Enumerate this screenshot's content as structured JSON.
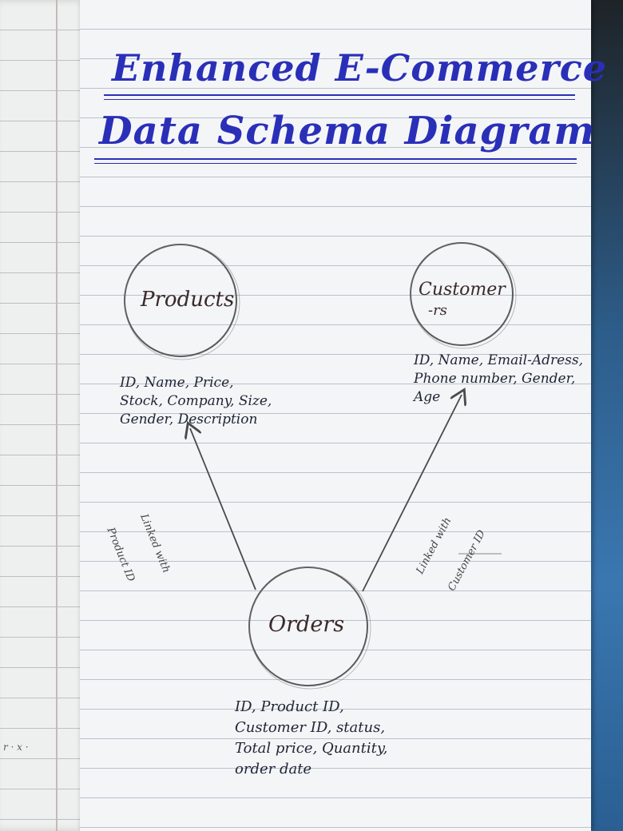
{
  "title": {
    "line1": "Enhanced E-Commerce",
    "line2": "Data Schema Diagram"
  },
  "entities": {
    "products": {
      "label": "Products",
      "attributes": [
        "ID, Name, Price,",
        "Stock, Company, Size,",
        "Gender, Description"
      ]
    },
    "customers": {
      "label_line1": "Customer",
      "label_line2": "-rs",
      "attributes": [
        "ID, Name, Email-Adress,",
        "Phone number, Gender,",
        "Age"
      ]
    },
    "orders": {
      "label": "Orders",
      "attributes": [
        "ID, Product ID,",
        "Customer ID, status,",
        "Total price, Quantity,",
        "order date"
      ]
    }
  },
  "edges": {
    "orders_products": {
      "label_line1": "Linked with",
      "label_line2": "Product ID"
    },
    "orders_customers": {
      "label_line1": "Linked with",
      "label_line2": "Customer ID"
    }
  },
  "colors": {
    "title_ink": "#2a2fb8",
    "pencil": "#5a5a5a",
    "page": "#f4f5f7"
  }
}
